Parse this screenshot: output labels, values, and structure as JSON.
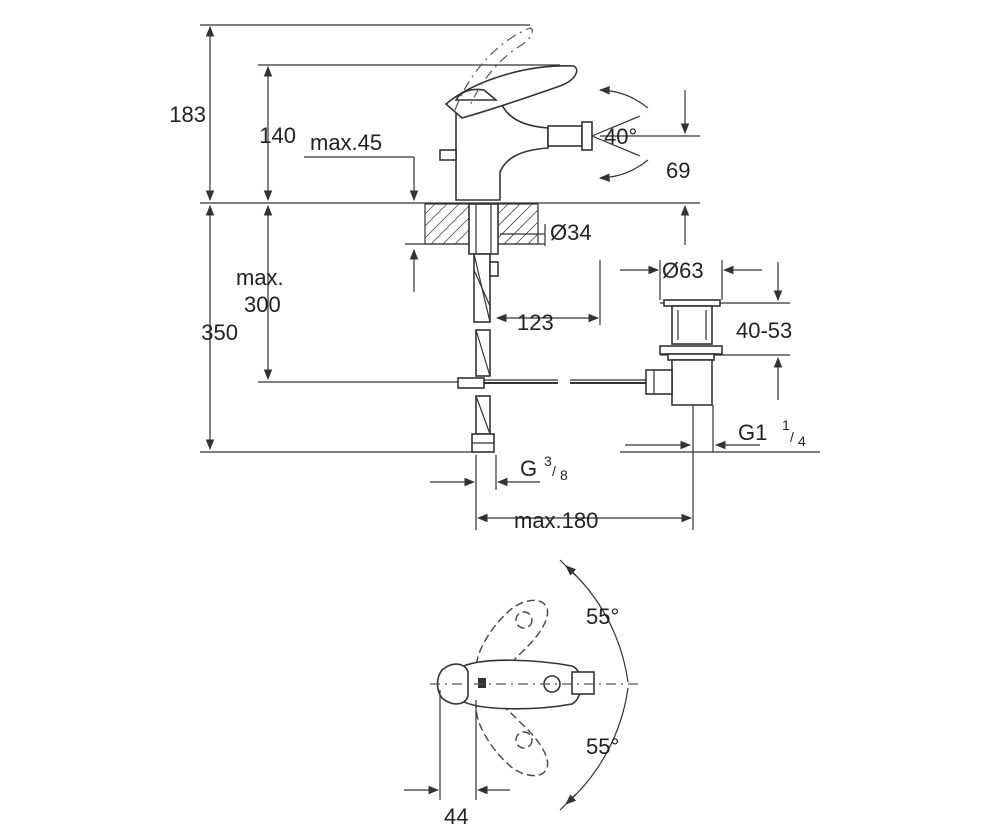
{
  "dimensions": {
    "total_height": "183",
    "spout_height": "140",
    "max_deck_thickness": "max.45",
    "swivel_angle": "40°",
    "spout_reach_drop": "69",
    "hole_diameter": "Ø34",
    "max_below_deck_line1": "max.",
    "max_below_deck_line2": "300",
    "under_deck_height": "350",
    "waste_diameter": "Ø63",
    "waste_offset": "123",
    "waste_height": "40-53",
    "waste_thread_main": "G1",
    "waste_thread_num": "1",
    "waste_thread_den": "4",
    "supply_thread_main": "G",
    "supply_thread_num": "3",
    "supply_thread_den": "8",
    "max_projection": "max.180",
    "lever_angle_upper": "55°",
    "lever_angle_lower": "55°",
    "handle_offset": "44"
  }
}
